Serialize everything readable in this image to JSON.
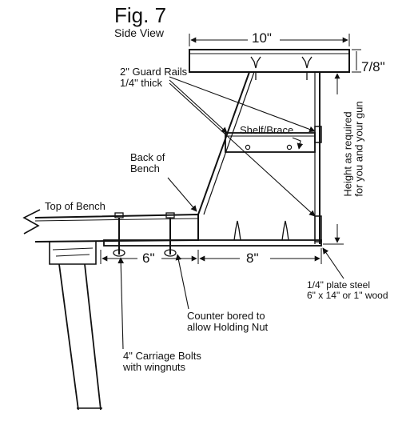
{
  "figure": {
    "title": "Fig. 7",
    "subtitle": "Side View"
  },
  "dimensions": {
    "top_width": "10\"",
    "top_thickness": "7/8\"",
    "bench_offset": "6\"",
    "base_length": "8\""
  },
  "labels": {
    "guard_rails_line1": "2\" Guard Rails",
    "guard_rails_line2": "1/4\" thick",
    "shelf_brace": "Shelf/Brace",
    "back_of_bench_line1": "Back of",
    "back_of_bench_line2": "Bench",
    "top_of_bench": "Top of Bench",
    "height_line1": "Height as required",
    "height_line2": "for you and your gun",
    "plate_line1": "1/4\" plate steel",
    "plate_line2": "6\" x 14\" or 1\" wood",
    "counter_line1": "Counter bored to",
    "counter_line2": "allow Holding Nut",
    "bolts_line1": "4\" Carriage Bolts",
    "bolts_line2": "with wingnuts"
  },
  "colors": {
    "ink": "#111111",
    "paper": "#ffffff"
  }
}
